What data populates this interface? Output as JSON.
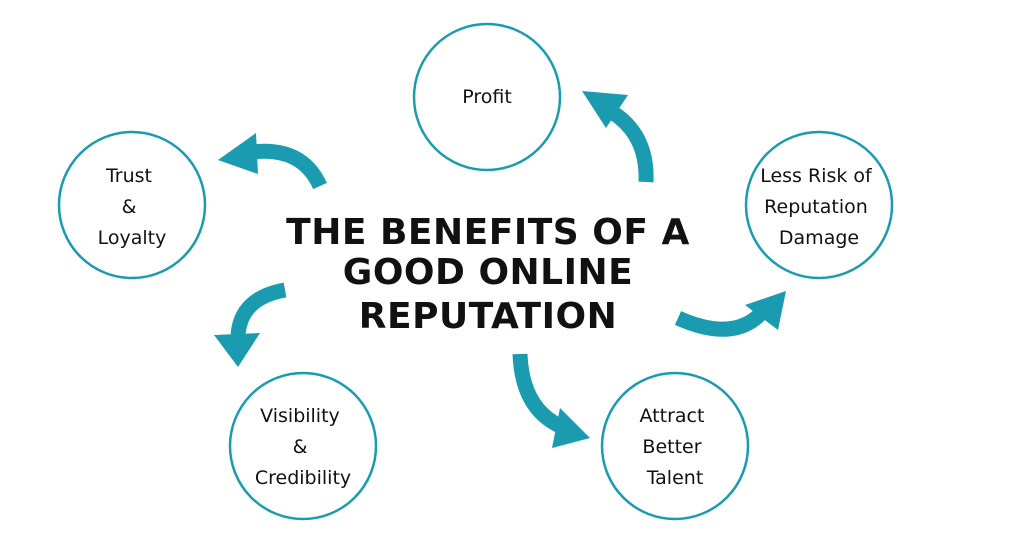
{
  "accent_color": "#1a9bb0",
  "text_color": "#111111",
  "title": {
    "line1": "THE BENEFITS OF A",
    "line2": "GOOD ONLINE",
    "line3": "REPUTATION"
  },
  "nodes": {
    "profit": {
      "lines": [
        "Profit"
      ]
    },
    "trust": {
      "lines": [
        "Trust",
        "&",
        "Loyalty"
      ]
    },
    "risk": {
      "lines": [
        "Less Risk of",
        "Reputation",
        "Damage"
      ]
    },
    "visibility": {
      "lines": [
        "Visibility",
        "&",
        "Credibility"
      ]
    },
    "talent": {
      "lines": [
        "Attract",
        "Better",
        "Talent"
      ]
    }
  }
}
